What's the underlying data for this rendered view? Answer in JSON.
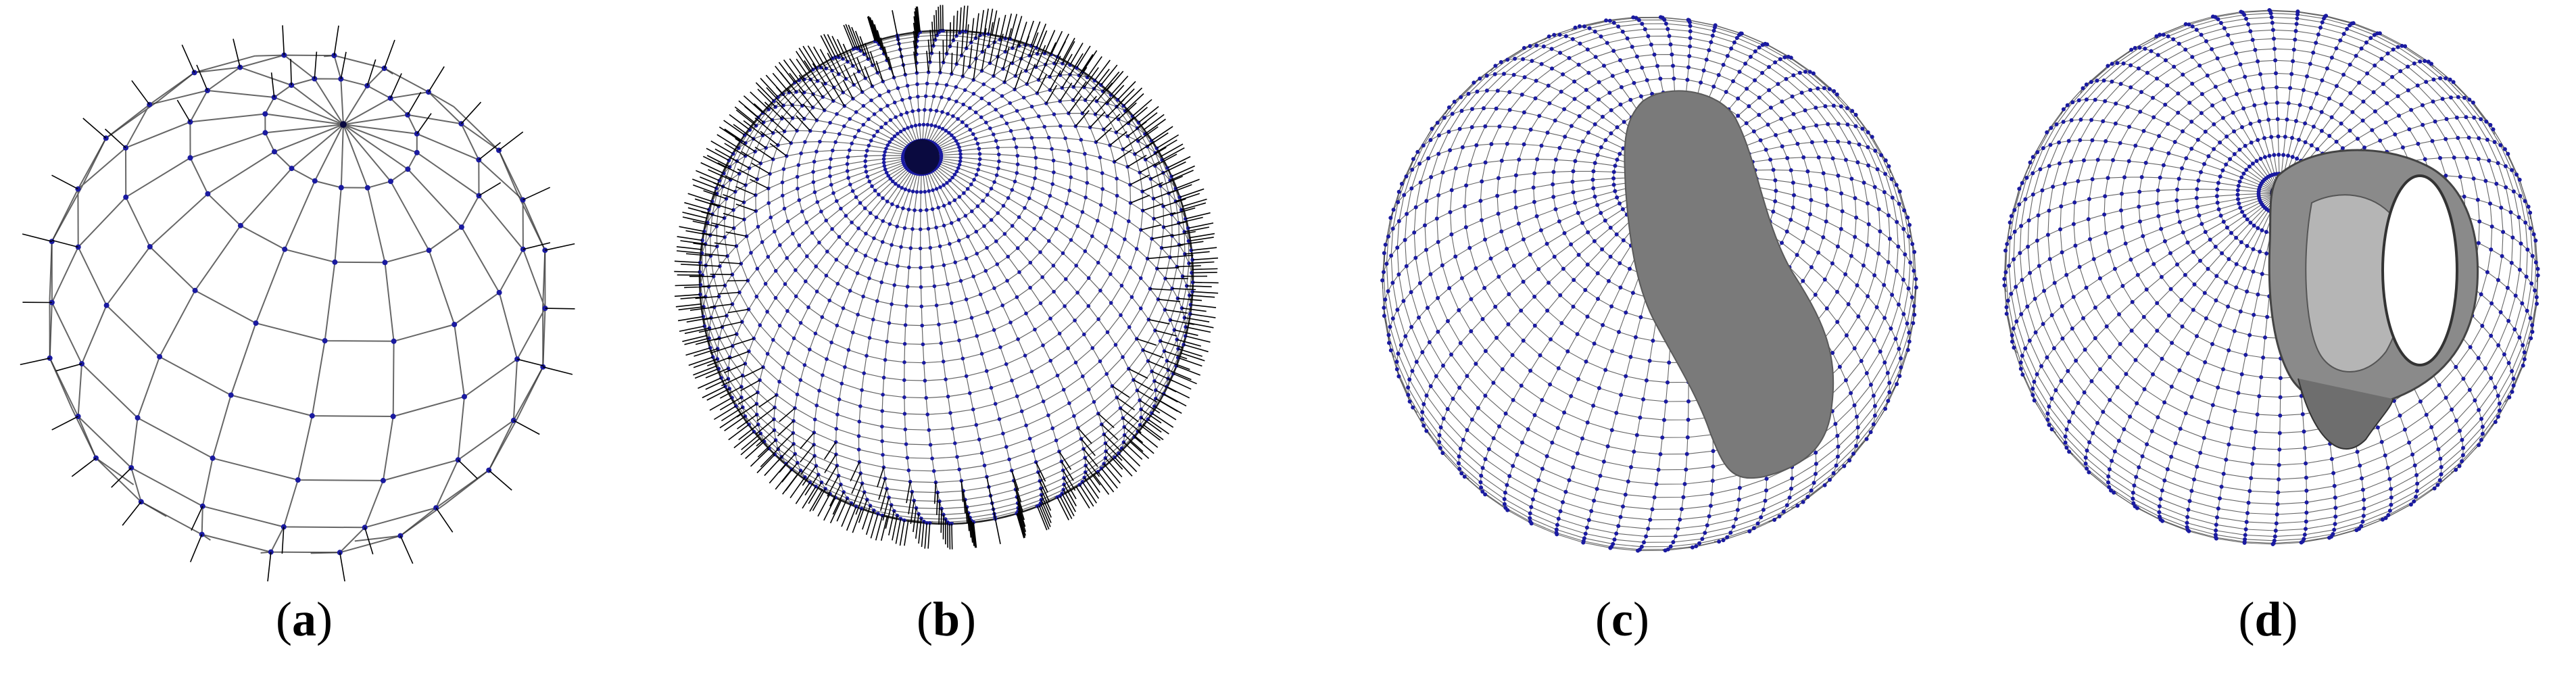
{
  "figure": {
    "panels": [
      {
        "id": "a",
        "label": "a",
        "description_icon": "coarse-sphere-mesh-with-normals-icon"
      },
      {
        "id": "b",
        "label": "b",
        "description_icon": "dense-sphere-mesh-with-normals-icon"
      },
      {
        "id": "c",
        "label": "c",
        "description_icon": "sphere-mesh-with-flat-gray-object-icon"
      },
      {
        "id": "d",
        "label": "d",
        "description_icon": "sphere-mesh-with-gray-3d-object-icon"
      }
    ],
    "colors": {
      "mesh_line": "#333333",
      "vertex": "#1a1aa0",
      "normal_spike": "#000000",
      "object_gray": "#7a7a7a",
      "object_dark": "#555555"
    }
  }
}
